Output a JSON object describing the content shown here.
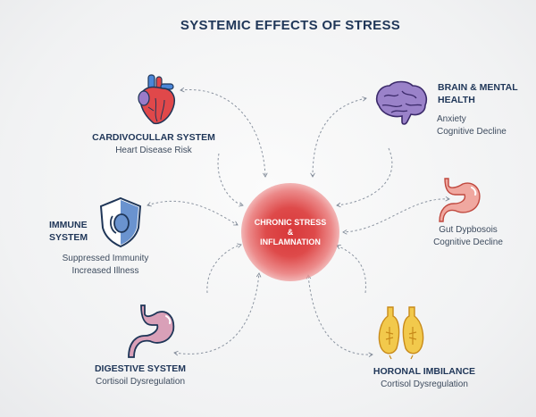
{
  "title": "SYSTEMIC EFFECTS OF STRESS",
  "center": {
    "line1": "CHRONIC STRESS",
    "line2": "&",
    "line3": "INFLAMNATION"
  },
  "nodes": {
    "cardio": {
      "label": "CARDIVOCULLAR SYSTEM",
      "effects": [
        "Heart Disease Risk"
      ],
      "icon": "heart-icon"
    },
    "immune": {
      "label1": "IMMUNE",
      "label2": "SYSTEM",
      "effects": [
        "Suppressed Immunity",
        "Increased Illness"
      ],
      "icon": "shield-icon"
    },
    "brain": {
      "label1": "BRAIN & MENTAL",
      "label2": "HEALTH",
      "effects": [
        "Anxiety",
        "Cognitive Decline"
      ],
      "icon": "brain-icon"
    },
    "gut": {
      "effects": [
        "Gut Dypbosois",
        "Cognitive Decline"
      ],
      "icon": "stomach-icon"
    },
    "digestive": {
      "label": "DIGESTIVE SYSTEM",
      "effects": [
        "Cortisoil Dysregulation"
      ],
      "icon": "stomach-icon"
    },
    "hormonal": {
      "label": "HORONAL IMBILANCE",
      "effects": [
        "Cortisol Dysregulation"
      ],
      "icon": "adrenal-glands-icon"
    }
  },
  "colors": {
    "title": "#1f3658",
    "center": "#d8383a",
    "heart": "#e0484a",
    "shield": "#2f5597",
    "brain": "#9a82c9",
    "stomach_right": "#f0a8a0",
    "stomach_left": "#d9a0b8",
    "adrenal": "#f2c94c"
  }
}
